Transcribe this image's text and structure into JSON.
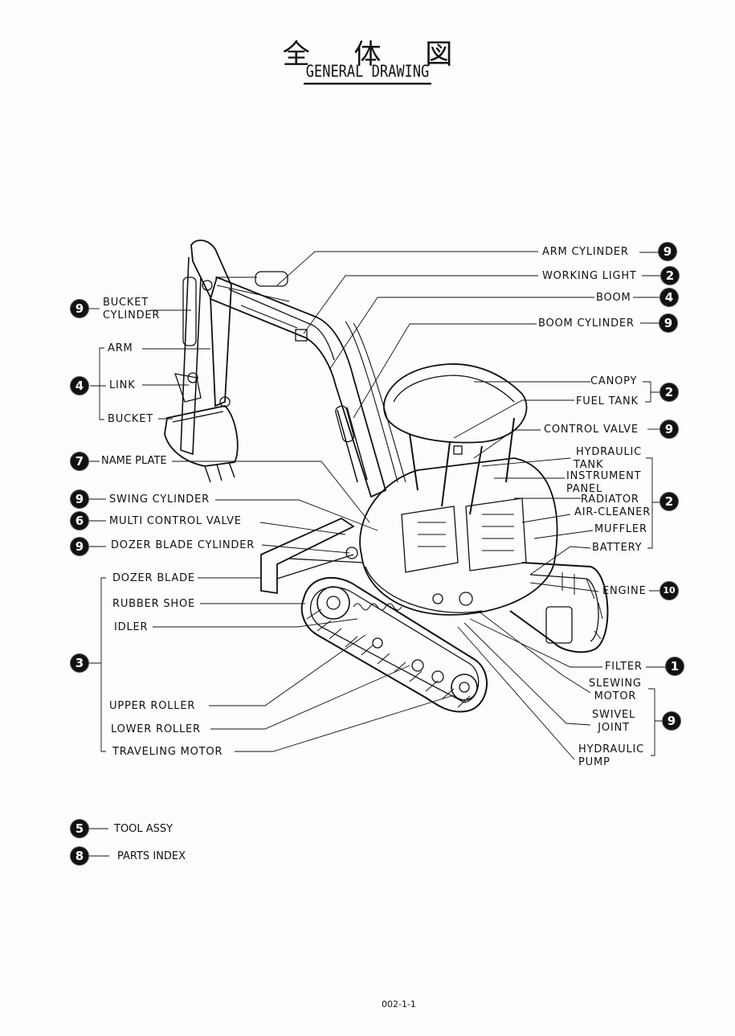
{
  "header": {
    "title_jp": "全 体 図",
    "title_en": "GENERAL DRAWING"
  },
  "labels": {
    "arm_cylinder": "ARM CYLINDER",
    "working_light": "WORKING LIGHT",
    "boom": "BOOM",
    "boom_cylinder": "BOOM CYLINDER",
    "canopy": "CANOPY",
    "fuel_tank": "FUEL TANK",
    "control_valve": "CONTROL VALVE",
    "hydraulic_tank_1": "HYDRAULIC",
    "hydraulic_tank_2": "TANK",
    "instrument_panel_1": "INSTRUMENT",
    "instrument_panel_2": "PANEL",
    "radiator": "RADIATOR",
    "air_cleaner": "AIR-CLEANER",
    "muffler": "MUFFLER",
    "battery": "BATTERY",
    "engine": "ENGINE",
    "filter": "FILTER",
    "slewing_motor_1": "SLEWING",
    "slewing_motor_2": "MOTOR",
    "swivel_joint_1": "SWIVEL",
    "swivel_joint_2": "JOINT",
    "hydraulic_pump_1": "HYDRAULIC",
    "hydraulic_pump_2": "PUMP",
    "bucket_cylinder_1": "BUCKET",
    "bucket_cylinder_2": "CYLINDER",
    "arm": "ARM",
    "link": "LINK",
    "bucket": "BUCKET",
    "name_plate": "NAME PLATE",
    "swing_cylinder": "SWING CYLINDER",
    "multi_control_valve": "MULTI CONTROL VALVE",
    "dozer_blade_cylinder": "DOZER BLADE CYLINDER",
    "dozer_blade": "DOZER BLADE",
    "rubber_shoe": "RUBBER SHOE",
    "idler": "IDLER",
    "upper_roller": "UPPER ROLLER",
    "lower_roller": "LOWER ROLLER",
    "traveling_motor": "TRAVELING MOTOR",
    "tool_assy": "TOOL ASSY",
    "parts_index": "PARTS INDEX"
  },
  "badges": {
    "arm_cylinder": "9",
    "working_light": "2",
    "boom": "4",
    "boom_cylinder": "9",
    "canopy_group": "2",
    "control_valve": "9",
    "tank_group": "2",
    "engine": "10",
    "filter": "1",
    "motor_group": "9",
    "bucket_cylinder": "9",
    "arm_group": "4",
    "name_plate": "7",
    "swing_cylinder": "9",
    "multi_control_valve": "6",
    "dozer_blade_cylinder": "9",
    "undercarriage_group": "3",
    "tool_assy": "5",
    "parts_index": "8"
  },
  "footer": {
    "page_number": "002-1-1"
  }
}
